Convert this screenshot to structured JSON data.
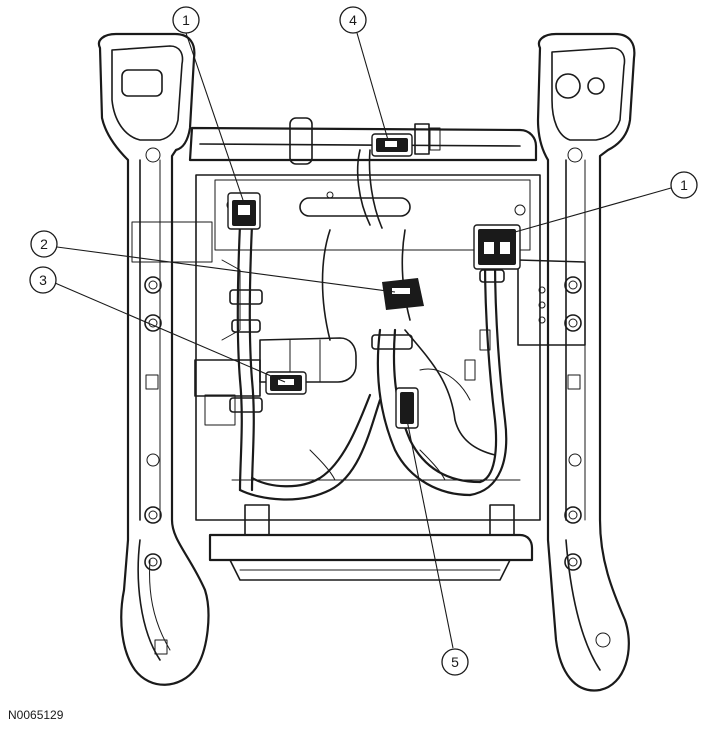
{
  "figure_id": "N0065129",
  "callouts": [
    {
      "id": "callout-1-left",
      "label": "1"
    },
    {
      "id": "callout-1-right",
      "label": "1"
    },
    {
      "id": "callout-2",
      "label": "2"
    },
    {
      "id": "callout-3",
      "label": "3"
    },
    {
      "id": "callout-4",
      "label": "4"
    },
    {
      "id": "callout-5",
      "label": "5"
    }
  ]
}
